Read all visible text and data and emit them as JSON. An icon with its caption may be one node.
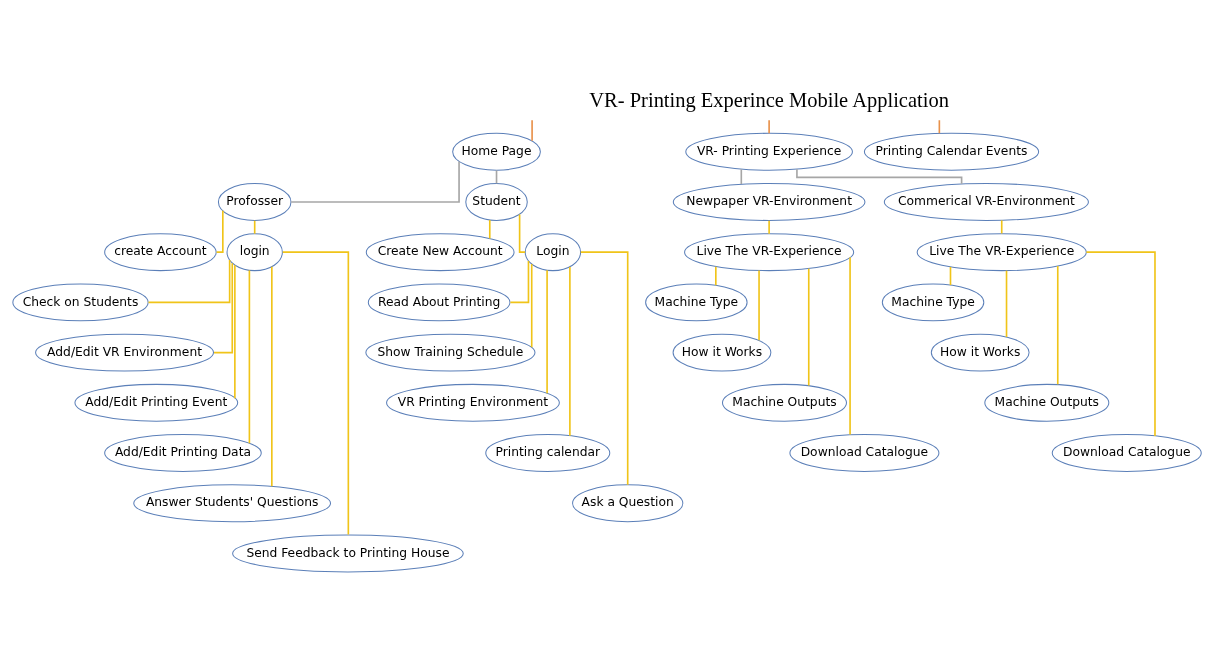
{
  "diagram": {
    "nodes": [
      {
        "text": [
          "VR- Printing Experince Mobile Application"
        ]
      },
      {
        "text": [
          "Home Page"
        ]
      },
      {
        "text": [
          "VR- Printing Experience"
        ]
      },
      {
        "text": [
          "Printing Calendar Events"
        ]
      },
      {
        "text": [
          "Profosser"
        ]
      },
      {
        "text": [
          "Student"
        ]
      },
      {
        "text": [
          "create Account"
        ]
      },
      {
        "text": [
          "login"
        ]
      },
      {
        "text": [
          "Create New Account"
        ]
      },
      {
        "text": [
          "Login"
        ]
      },
      {
        "text": [
          "Check on Students"
        ]
      },
      {
        "text": [
          "Add/Edit VR Environment"
        ]
      },
      {
        "text": [
          "Add/Edit Printing Event"
        ]
      },
      {
        "text": [
          "Add/Edit Printing Data"
        ]
      },
      {
        "text": [
          "Answer Students' Questions"
        ]
      },
      {
        "text": [
          "Send Feedback to Printing House"
        ]
      },
      {
        "text": [
          "Read About Printing"
        ]
      },
      {
        "text": [
          "Show Training Schedule"
        ]
      },
      {
        "text": [
          "VR Printing Environment"
        ]
      },
      {
        "text": [
          "Printing calendar"
        ]
      },
      {
        "text": [
          "Ask a Question"
        ]
      },
      {
        "text": [
          "Newpaper VR-Environment"
        ]
      },
      {
        "text": [
          "Commerical VR-Environment"
        ]
      },
      {
        "text": [
          "Live The VR-Experience"
        ]
      },
      {
        "text": [
          "Live The VR-Experience"
        ]
      },
      {
        "text": [
          "Machine Type"
        ]
      },
      {
        "text": [
          "How it Works"
        ]
      },
      {
        "text": [
          "Machine Outputs"
        ]
      },
      {
        "text": [
          "Download Catalogue"
        ]
      },
      {
        "text": [
          "Machine Type"
        ]
      },
      {
        "text": [
          "How it Works"
        ]
      },
      {
        "text": [
          "Machine Outputs"
        ]
      },
      {
        "text": [
          "Download Catalogue"
        ]
      }
    ],
    "edges": [
      {
        "from": 0,
        "to": 1,
        "arrow": "none",
        "color": "#e8914a"
      },
      {
        "from": 0,
        "to": 2,
        "arrow": "none",
        "color": "#e8914a"
      },
      {
        "from": 0,
        "to": 3,
        "arrow": "none",
        "color": "#e8914a"
      },
      {
        "from": 1,
        "to": 4,
        "arrow": "none",
        "color": "#a6a6a6"
      },
      {
        "from": 1,
        "to": 5,
        "arrow": "none",
        "color": "#a6a6a6"
      },
      {
        "from": 2,
        "to": 21,
        "arrow": "none",
        "color": "#a6a6a6"
      },
      {
        "from": 2,
        "to": 22,
        "arrow": "none",
        "color": "#a6a6a6"
      },
      {
        "from": 4,
        "to": 6,
        "arrow": "none"
      },
      {
        "from": 4,
        "to": 7,
        "arrow": "none"
      },
      {
        "from": 5,
        "to": 8,
        "arrow": "none"
      },
      {
        "from": 5,
        "to": 9,
        "arrow": "none"
      },
      {
        "from": 7,
        "to": 10,
        "arrow": "none"
      },
      {
        "from": 7,
        "to": 11,
        "arrow": "none"
      },
      {
        "from": 7,
        "to": 12,
        "arrow": "none"
      },
      {
        "from": 7,
        "to": 13,
        "arrow": "none"
      },
      {
        "from": 7,
        "to": 14,
        "arrow": "none"
      },
      {
        "from": 7,
        "to": 15,
        "arrow": "none"
      },
      {
        "from": 9,
        "to": 16,
        "arrow": "none"
      },
      {
        "from": 9,
        "to": 17,
        "arrow": "none"
      },
      {
        "from": 9,
        "to": 18,
        "arrow": "none"
      },
      {
        "from": 9,
        "to": 19,
        "arrow": "none"
      },
      {
        "from": 9,
        "to": 20,
        "arrow": "none"
      },
      {
        "from": 21,
        "to": 23,
        "arrow": "none"
      },
      {
        "from": 22,
        "to": 24,
        "arrow": "none"
      },
      {
        "from": 23,
        "to": 25,
        "arrow": "none"
      },
      {
        "from": 23,
        "to": 26,
        "arrow": "none"
      },
      {
        "from": 23,
        "to": 27,
        "arrow": "none"
      },
      {
        "from": 23,
        "to": 28,
        "arrow": "none"
      },
      {
        "from": 24,
        "to": 29,
        "arrow": "none"
      },
      {
        "from": 24,
        "to": 30,
        "arrow": "none"
      },
      {
        "from": 24,
        "to": 31,
        "arrow": "none"
      },
      {
        "from": 24,
        "to": 32,
        "arrow": "none"
      }
    ]
  }
}
